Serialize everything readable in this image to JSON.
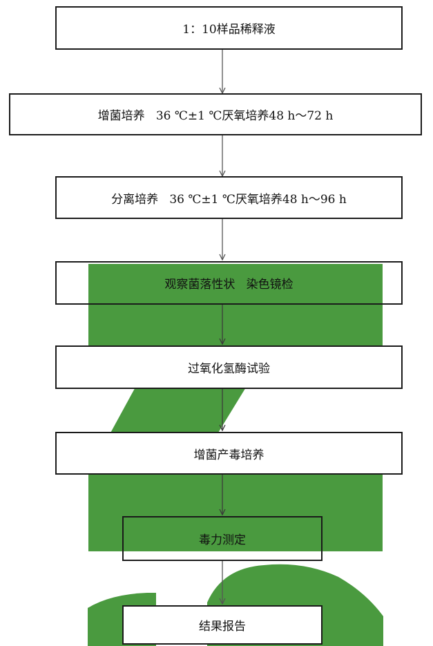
{
  "flowchart": {
    "steps": [
      {
        "id": "dilution",
        "label": "1：10样品稀释液"
      },
      {
        "id": "enrichment",
        "label": "增菌培养   36 ℃±1 ℃厌氧培养48 h～72 h"
      },
      {
        "id": "isolation",
        "label": "分离培养   36 ℃±1 ℃厌氧培养48 h～96 h"
      },
      {
        "id": "observation",
        "label": "观察菌落性状   染色镜检"
      },
      {
        "id": "catalase",
        "label": "过氧化氢酶试验"
      },
      {
        "id": "toxin-culture",
        "label": "增菌产毒培养"
      },
      {
        "id": "toxicity",
        "label": "毒力测定"
      },
      {
        "id": "report",
        "label": "结果报告"
      }
    ]
  },
  "colors": {
    "watermark": "#4a9a3f",
    "border": "#1a1a1a",
    "arrow": "#555555"
  }
}
